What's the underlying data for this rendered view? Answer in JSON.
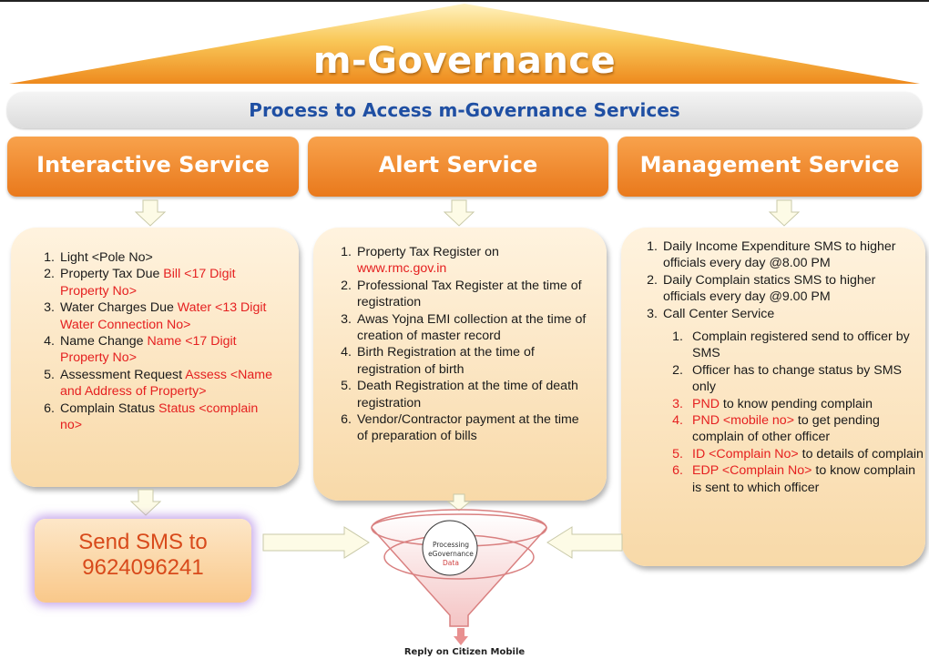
{
  "title": "m-Governance",
  "subtitle": "Process to Access m-Governance Services",
  "columns": [
    {
      "header": "Interactive Service"
    },
    {
      "header": "Alert Service"
    },
    {
      "header": "Management Service"
    }
  ],
  "interactive": {
    "items": [
      {
        "num": "1.",
        "text": "Light <Pole No>",
        "red": ""
      },
      {
        "num": "2.",
        "text": "Property Tax Due ",
        "red": "Bill <17 Digit Property No>"
      },
      {
        "num": "3.",
        "text": "Water Charges Due ",
        "red": "Water <13 Digit Water Connection No>"
      },
      {
        "num": "4.",
        "text": "Name Change ",
        "red": "Name <17 Digit Property No>"
      },
      {
        "num": "5.",
        "text": "Assessment Request ",
        "red": "Assess <Name and Address of Property>"
      },
      {
        "num": "6.",
        "text": "Complain Status ",
        "red": "Status <complain no>"
      }
    ]
  },
  "alert": {
    "items": [
      {
        "num": "1.",
        "text": "Property Tax Register on",
        "red": "www.rmc.gov.in"
      },
      {
        "num": "2.",
        "text": "Professional Tax Register at the time of registration",
        "red": ""
      },
      {
        "num": "3.",
        "text": "Awas Yojna EMI collection at the time of creation of master record",
        "red": ""
      },
      {
        "num": "4.",
        "text": "Birth Registration at the time of registration of birth",
        "red": ""
      },
      {
        "num": "5.",
        "text": "Death Registration at the time of death registration",
        "red": ""
      },
      {
        "num": "6.",
        "text": "Vendor/Contractor payment at the time of preparation of bills",
        "red": ""
      }
    ]
  },
  "management": {
    "items": [
      {
        "num": "1.",
        "text": "Daily Income Expenditure SMS to higher officials every day @8.00 PM"
      },
      {
        "num": "2.",
        "text": "Daily Complain statics SMS to higher officials every day @9.00 PM"
      },
      {
        "num": "3.",
        "text": "Call Center Service"
      }
    ],
    "sub_items": [
      {
        "num": "1.",
        "red": "",
        "text": "Complain registered send to officer by SMS"
      },
      {
        "num": "2.",
        "red": "",
        "text": "Officer has to change status by SMS only"
      },
      {
        "num": "3.",
        "red": "PND",
        "text": " to know pending complain"
      },
      {
        "num": "4.",
        "red": "PND <mobile no>",
        "text": " to get pending complain of other officer"
      },
      {
        "num": "5.",
        "red": "ID <Complain No>",
        "text": " to details of complain"
      },
      {
        "num": "6.",
        "red": "EDP <Complain No>",
        "text": " to know complain is sent to which officer"
      }
    ]
  },
  "sms": {
    "line1_a": "Send ",
    "line1_b": "SMS",
    "line1_c": " to",
    "number": "9624096241"
  },
  "funnel": {
    "line1": "Processing",
    "line2": "eGovernance",
    "line3": "Data"
  },
  "reply": "Reply on Citizen Mobile",
  "colors": {
    "orange": "#f08a2c",
    "blue_text": "#1f4fa3",
    "red_text": "#e52020",
    "panel": "#f8d9a8"
  }
}
